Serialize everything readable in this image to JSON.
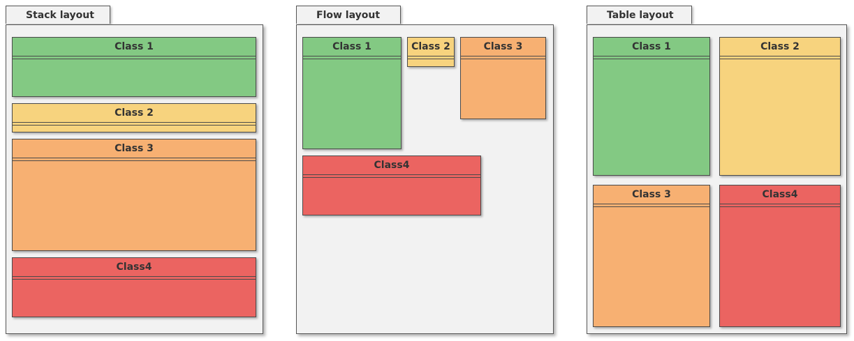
{
  "colors": {
    "green": "#83c983",
    "yellow": "#f7d37e",
    "orange": "#f7b072",
    "red": "#eb6461",
    "panel_bg": "#f2f2f2",
    "border": "#4a4a4a"
  },
  "panels": {
    "stack": {
      "label": "Stack layout",
      "classes": [
        "Class 1",
        "Class 2",
        "Class 3",
        "Class4"
      ]
    },
    "flow": {
      "label": "Flow layout",
      "classes": [
        "Class 1",
        "Class 2",
        "Class 3",
        "Class4"
      ]
    },
    "table": {
      "label": "Table layout",
      "classes": [
        "Class 1",
        "Class 2",
        "Class 3",
        "Class4"
      ]
    }
  }
}
